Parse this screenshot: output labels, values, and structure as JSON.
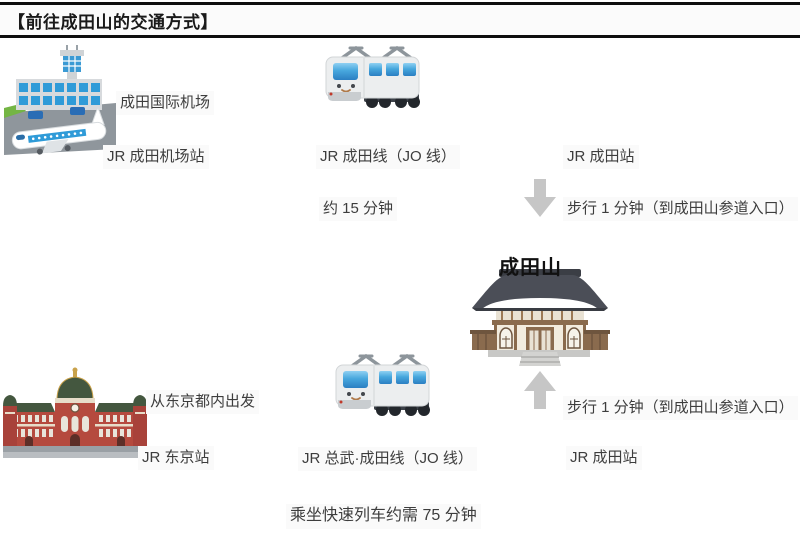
{
  "header": {
    "title": "【前往成田山的交通方式】"
  },
  "destination": {
    "name": "成田山"
  },
  "routes": {
    "from_airport": {
      "origin": "成田国际机场",
      "origin_station": "JR 成田机场站",
      "line": "JR 成田线（JO 线）",
      "duration": "约 15 分钟",
      "arrival_station": "JR 成田站",
      "walk": "步行 1 分钟（到成田山参道入口）"
    },
    "from_tokyo": {
      "origin": "从东京都内出发",
      "origin_station": "JR 东京站",
      "line": "JR 总武·成田线（JO 线）",
      "duration": "乘坐快速列车约需 75 分钟",
      "arrival_station": "JR 成田站",
      "walk": "步行 1 分钟（到成田山参道入口）"
    }
  },
  "icons": {
    "airport": "airport-illustration",
    "train_top": "train-illustration",
    "train_bottom": "train-illustration",
    "temple": "temple-illustration",
    "tokyo_station": "tokyo-station-illustration",
    "arrow_down": "arrow-down-icon",
    "arrow_up": "arrow-up-icon"
  },
  "colors": {
    "header_border": "#0d0d0d",
    "header_bg": "#fbfbfb",
    "text": "#3d3d3d",
    "arrow_gray": "#c6c6c6",
    "train_blue": "#2f9bd8",
    "station_brick_red": "#b54a3e",
    "station_roof_green": "#44573f",
    "temple_roof_gray": "#4b4e57",
    "temple_wood_brown": "#8a6b4e"
  }
}
